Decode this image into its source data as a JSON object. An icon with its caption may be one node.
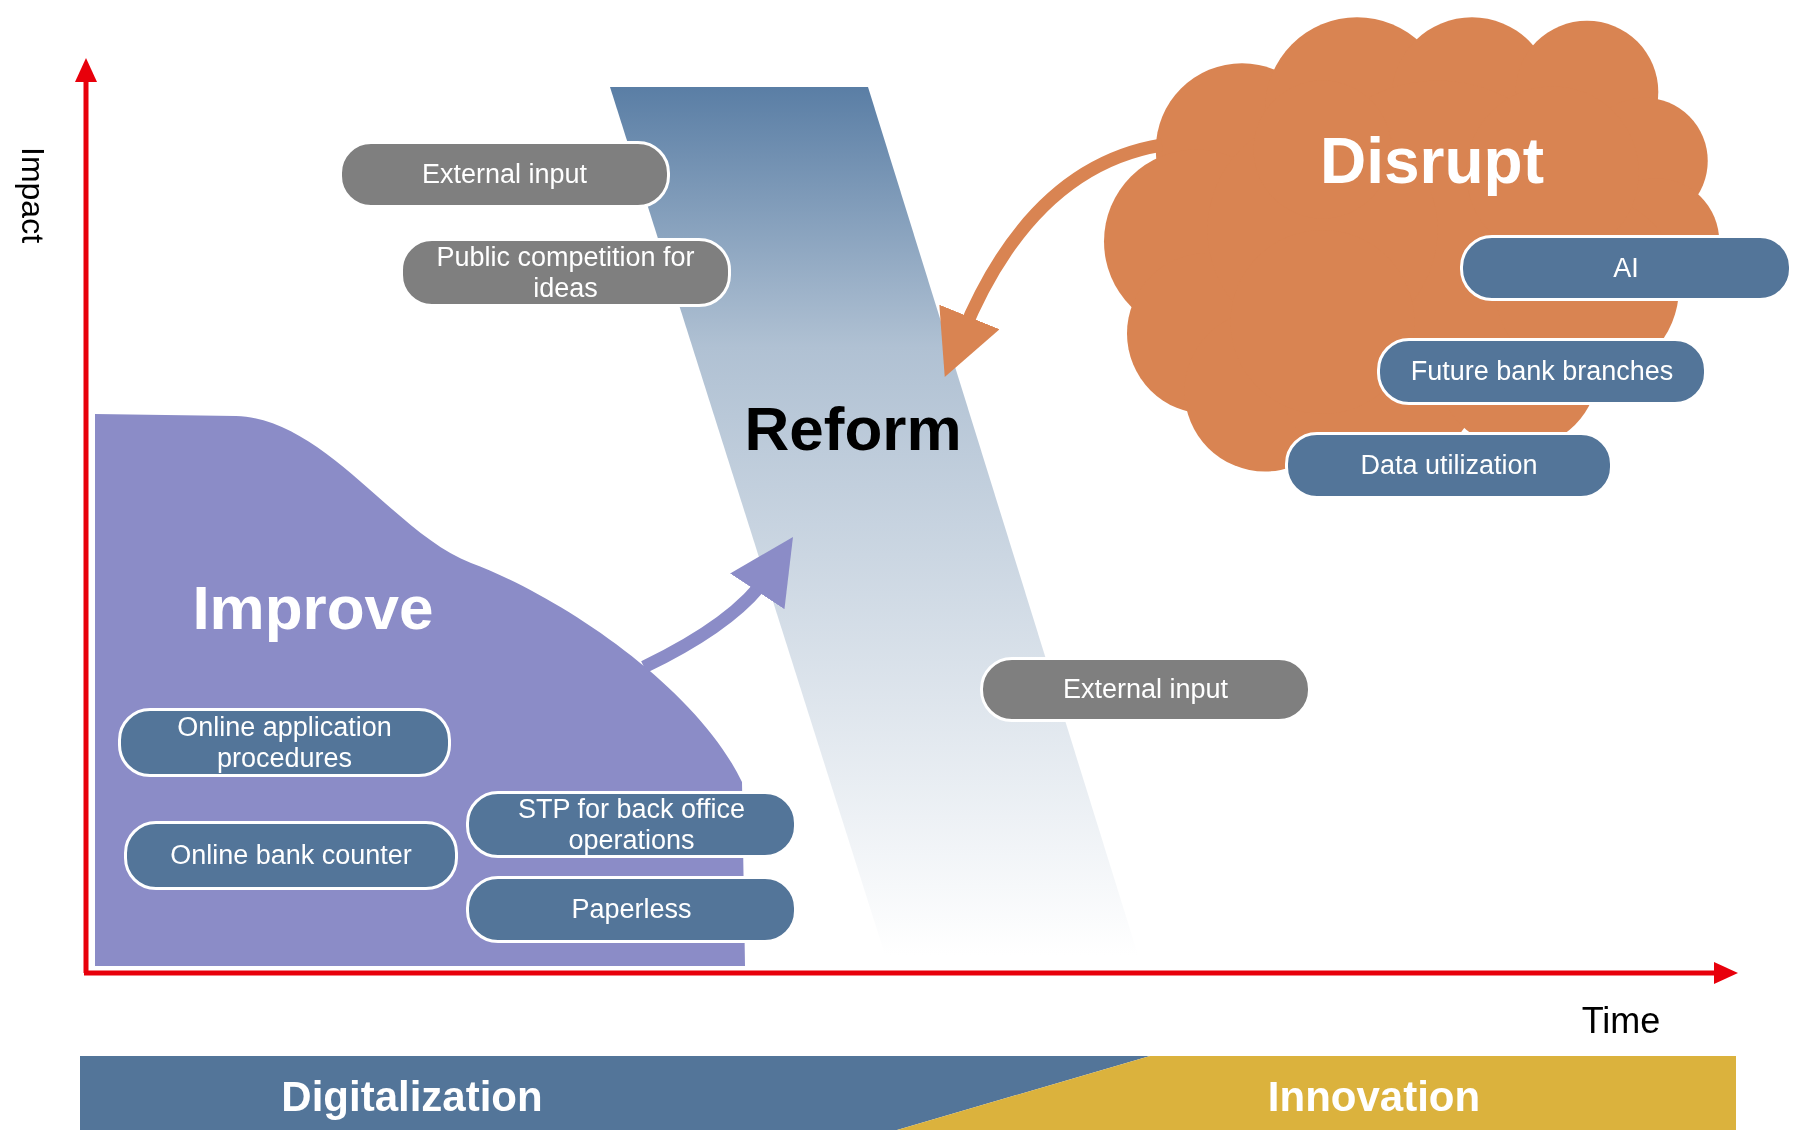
{
  "diagram": {
    "nodes": [
      {
        "text": [
          "Improve"
        ]
      },
      {
        "text": [
          "Online application procedures"
        ],
        "in": 0
      },
      {
        "text": [
          "Online bank counter"
        ],
        "in": 0
      },
      {
        "text": [
          "STP for back office operations"
        ]
      },
      {
        "text": [
          "Paperless"
        ]
      },
      {
        "text": [
          "External input"
        ]
      },
      {
        "text": [
          "Public competition for ideas"
        ]
      },
      {
        "text": [
          "Reform"
        ]
      },
      {
        "text": [
          "External input"
        ]
      },
      {
        "text": [
          "Disrupt"
        ]
      },
      {
        "text": [
          "AI"
        ]
      },
      {
        "text": [
          "Future bank branches"
        ],
        "in": 9
      },
      {
        "text": [
          "Data utilization"
        ]
      }
    ],
    "edges": [
      {
        "from": 0,
        "to": 7,
        "arrow": "to",
        "color": "#8b8cc7"
      },
      {
        "from": 9,
        "to": 7,
        "arrow": "to",
        "color": "#d98452"
      }
    ],
    "labels": [
      "Impact",
      "Time",
      "Digitalization",
      "Innovation"
    ]
  }
}
